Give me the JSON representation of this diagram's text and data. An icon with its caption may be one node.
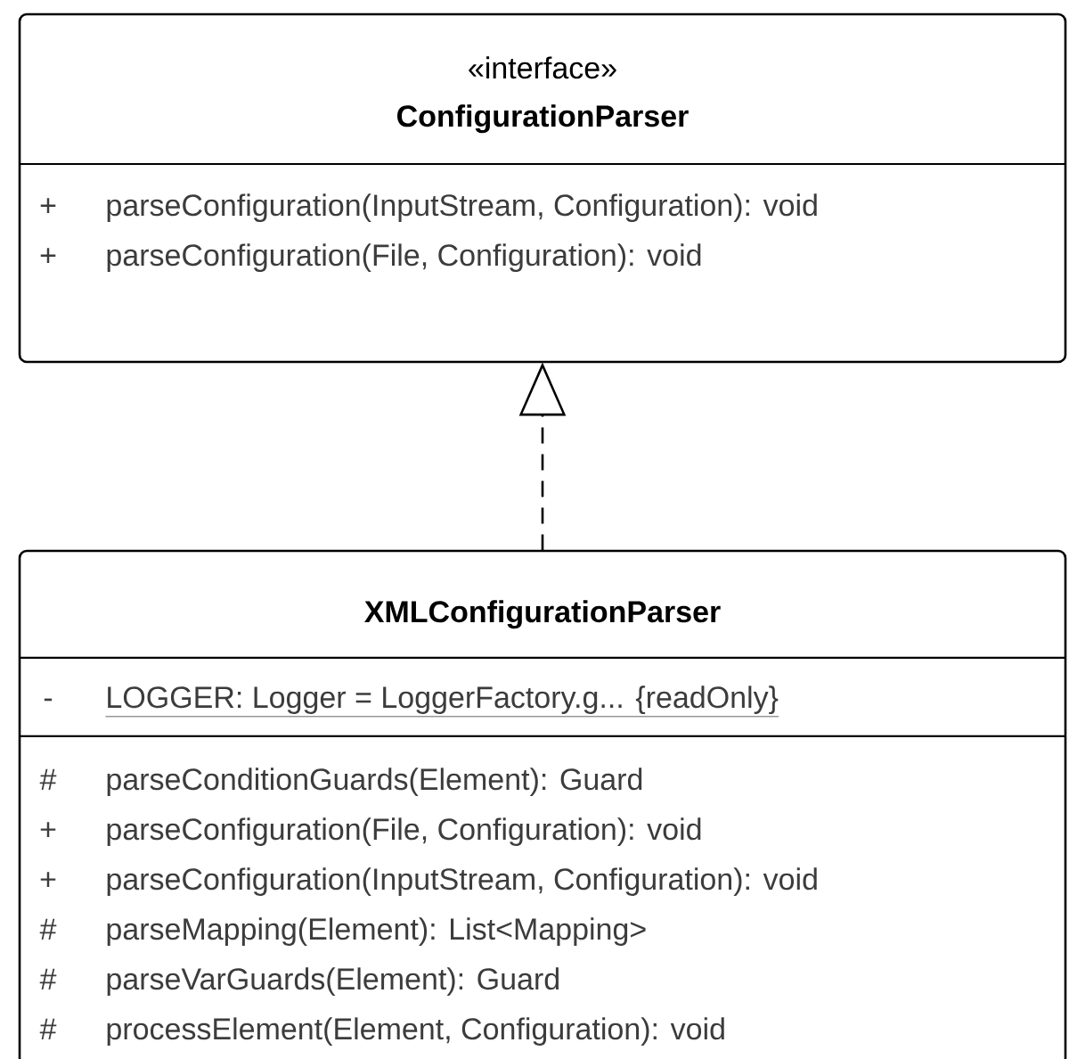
{
  "diagram": {
    "nodes": [
      {
        "text": [
          "«interface»",
          "ConfigurationParser",
          "+",
          "parseConfiguration(InputStream, Configuration): void",
          "+",
          "parseConfiguration(File, Configuration): void"
        ]
      },
      {
        "text": [
          "XMLConfigurationParser",
          "-",
          "LOGGER: Logger = LoggerFactory.g... {readOnly}",
          "#",
          "parseConditionGuards(Element): Guard",
          "+",
          "parseConfiguration(File, Configuration): void",
          "+",
          "parseConfiguration(InputStream, Configuration): void",
          "#",
          "parseMapping(Element): List<Mapping>",
          "#",
          "parseVarGuards(Element): Guard",
          "#",
          "processElement(Element, Configuration): void"
        ]
      }
    ],
    "edges": [
      {
        "from": 1,
        "to": 0,
        "arrow": "to",
        "style": "dashed"
      }
    ]
  }
}
